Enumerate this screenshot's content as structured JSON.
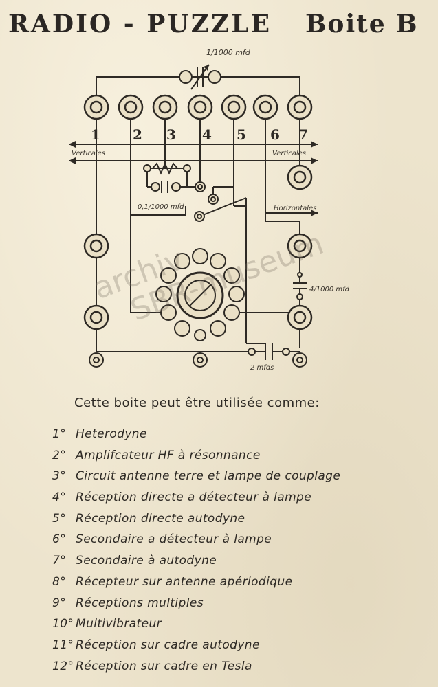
{
  "header": {
    "title": "RADIO - PUZZLE",
    "box": "Boite B"
  },
  "diagram": {
    "capacitor_top": "1/1000 mfd",
    "capacitor_mid": "0,1/1000 mfd",
    "capacitor_right": "4/1000 mfd",
    "capacitor_bottom": "2 mfds",
    "label_vert_left": "Verticales",
    "label_vert_right": "Verticales",
    "label_horizontal": "Horizontales",
    "numbers": [
      "1",
      "2",
      "3",
      "4",
      "5",
      "6",
      "7"
    ]
  },
  "watermark": {
    "line1": "archiv",
    "line2": "SBR-museum"
  },
  "intro": "Cette boite peut être utilisée comme:",
  "uses": [
    {
      "n": "1°",
      "text": "Heterodyne"
    },
    {
      "n": "2°",
      "text": "Amplifcateur HF à résonnance"
    },
    {
      "n": "3°",
      "text": "Circuit antenne terre et lampe de couplage"
    },
    {
      "n": "4°",
      "text": "Réception directe a détecteur à lampe"
    },
    {
      "n": "5°",
      "text": "Réception directe autodyne"
    },
    {
      "n": "6°",
      "text": "Secondaire a détecteur à lampe"
    },
    {
      "n": "7°",
      "text": "Secondaire à autodyne"
    },
    {
      "n": "8°",
      "text": "Récepteur sur antenne apériodique"
    },
    {
      "n": "9°",
      "text": "Réceptions multiples"
    },
    {
      "n": "10°",
      "text": "Multivibrateur"
    },
    {
      "n": "11°",
      "text": "Réception sur cadre autodyne"
    },
    {
      "n": "12°",
      "text": "Réception sur cadre en Tesla"
    }
  ]
}
